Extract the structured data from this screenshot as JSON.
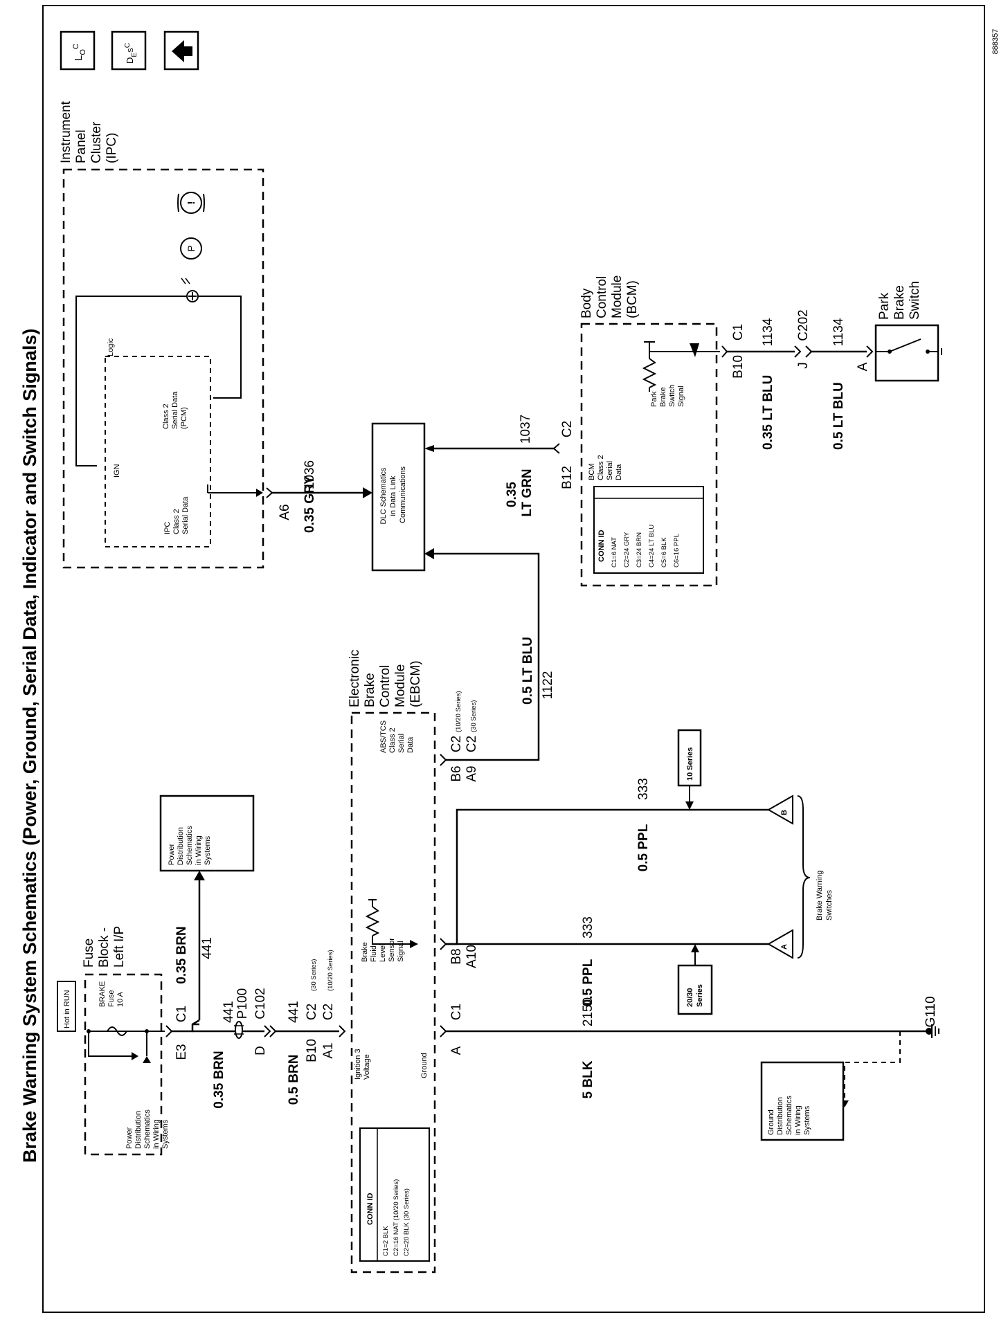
{
  "page": {
    "title": "Brake Warning System Schematics (Power, Ground, Serial Data, Indicator and Switch Signals)",
    "doc_id": "888357"
  },
  "nav": {
    "loc_icon": "LOC",
    "desc_icon": "DESC",
    "up_icon": "up-arrow"
  },
  "modules": {
    "ipc": {
      "name": [
        "Instrument",
        "Panel",
        "Cluster",
        "(IPC)"
      ],
      "logic": "Logic",
      "ign": "IGN",
      "class2_pcm": [
        "Class 2",
        "Serial Data",
        "(PCM)"
      ],
      "ipc_serial": [
        "IPC",
        "Class 2",
        "Serial Data"
      ],
      "icon_p": "P",
      "icon_excl": "!"
    },
    "dlc": [
      "DLC Schematics",
      "in Data Link",
      "Communications"
    ],
    "bcm": {
      "name": [
        "Body",
        "Control",
        "Module",
        "(BCM)"
      ],
      "serial": [
        "BCM",
        "Class 2",
        "Serial",
        "Data"
      ],
      "park_signal": [
        "Park",
        "Brake",
        "Switch",
        "Signal"
      ],
      "conn_title": "CONN ID",
      "conn": [
        "C1=6 NAT",
        "C2=24 GRY",
        "C3=24 BRN",
        "C4=24 LT BLU",
        "C5=6 BLK",
        "C6=16 PPL"
      ]
    },
    "park_switch": [
      "Park",
      "Brake",
      "Switch"
    ],
    "fuse_block": {
      "name": [
        "Fuse",
        "Block -",
        "Left I/P"
      ],
      "fuse": [
        "BRAKE",
        "Fuse",
        "10 A"
      ],
      "hot": "Hot in RUN",
      "power_dist": [
        "Power",
        "Distribution",
        "Schematics",
        "in Wiring",
        "Systems"
      ]
    },
    "power_dist_2": [
      "Power",
      "Distribution",
      "Schematics",
      "in Wiring",
      "Systems"
    ],
    "ebcm": {
      "name": [
        "Electronic",
        "Brake",
        "Control",
        "Module",
        "(EBCM)"
      ],
      "abs_serial": [
        "ABS/TCS",
        "Class 2",
        "Serial",
        "Data"
      ],
      "fluid": [
        "Brake",
        "Fluid",
        "Level",
        "Sensor",
        "Signal"
      ],
      "ign3": [
        "Ignition 3",
        "Voltage"
      ],
      "ground": "Ground",
      "conn_title": "CONN ID",
      "conn": [
        "C1=2 BLK",
        "C2=16 NAT (10/20 Series)",
        "C2=20 BLK (30 Series)"
      ]
    },
    "brake_warning": [
      "Brake Warning",
      "Switches"
    ],
    "ground_dist": [
      "Ground",
      "Distribution",
      "Schematics",
      "in Wiring",
      "Systems"
    ],
    "series_10": "10 Series",
    "series_2030": [
      "20/30",
      "Series"
    ],
    "tri_a": "A",
    "tri_b": "B"
  },
  "circuits": {
    "c1036": {
      "wire": "0.35 GRY",
      "num": "1036",
      "pin": "A6"
    },
    "c1037": {
      "wire": [
        "0.35",
        "LT GRN"
      ],
      "num": "1037",
      "pin": "B12",
      "conn": "C2"
    },
    "c1122": {
      "wire": "0.5 LT BLU",
      "num": "1122",
      "pins": [
        "B6",
        "A9"
      ],
      "conns": [
        "C2",
        "C2"
      ],
      "notes": [
        "(10/20 Series)",
        "(30 Series)"
      ]
    },
    "c1134a": {
      "wire": "0.35 LT BLU",
      "num": "1134",
      "pin": "B10",
      "conn": "C1"
    },
    "c1134b": {
      "wire": "0.5 LT BLU",
      "num": "1134",
      "pin": "J",
      "conn": "C202"
    },
    "c1134c": {
      "pin": "A"
    },
    "c441a": {
      "wire": "0.35 BRN",
      "num": "441",
      "pin": "E3",
      "conn": "C1"
    },
    "c441b": {
      "wire": "0.35 BRN",
      "num": "441",
      "conn1": "P100",
      "conn2": "C102",
      "pin": "D"
    },
    "c441c": {
      "wire": "0.5 BRN",
      "num": "441",
      "pins": [
        "B10",
        "A1"
      ],
      "conns": [
        "C2",
        "C2"
      ],
      "notes": [
        "(30 Series)",
        "(10/20 Series)"
      ]
    },
    "c2150": {
      "wire": "5 BLK",
      "num": "2150",
      "pin": "A",
      "conn": "C1",
      "ground": "G110"
    },
    "c333a": {
      "wire": "0.5 PPL",
      "num": "333",
      "pins": [
        "B8",
        "A10"
      ]
    },
    "c333b": {
      "wire": "0.5 PPL",
      "num": "333"
    }
  }
}
